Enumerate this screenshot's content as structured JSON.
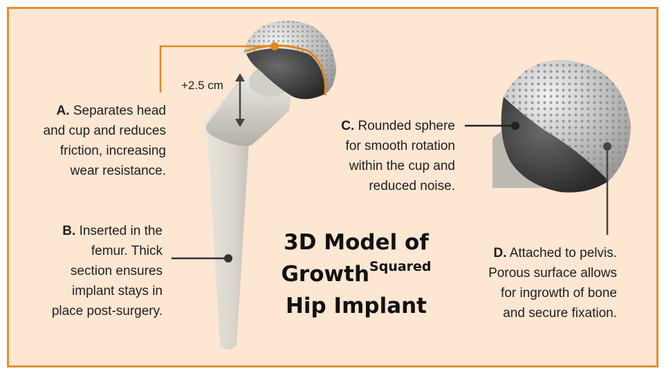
{
  "title": {
    "line1": "3D Model of",
    "line2_main": "Growth",
    "line2_sup": "Squared",
    "line3": "Hip Implant"
  },
  "dimension_label": "+2.5 cm",
  "callouts": {
    "a": {
      "letter": "A.",
      "lines": [
        " Separates head",
        "and cup and reduces",
        "friction, increasing",
        "wear resistance."
      ]
    },
    "b": {
      "letter": "B.",
      "lines": [
        " Inserted in the",
        "femur. Thick",
        "section ensures",
        "implant stays in",
        "place post-surgery."
      ]
    },
    "c": {
      "letter": "C.",
      "lines": [
        " Rounded sphere",
        "for smooth rotation",
        "within the cup and",
        "reduced noise."
      ]
    },
    "d": {
      "letter": "D.",
      "lines": [
        " Attached to pelvis.",
        "Porous surface allows",
        "for ingrowth of bone",
        "and secure fixation."
      ]
    }
  },
  "colors": {
    "background": "#fde6d2",
    "border": "#e0912a",
    "accent_orange": "#e0891a",
    "leader_line": "#333333"
  }
}
